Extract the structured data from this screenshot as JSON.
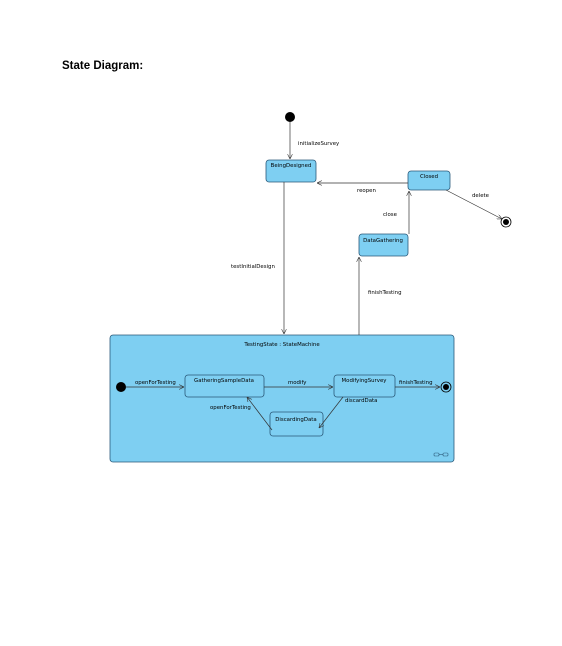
{
  "page": {
    "title": "State Diagram:"
  },
  "colors": {
    "state_fill": "#7ecff2",
    "state_stroke": "#2b5a7a",
    "line": "#333333"
  },
  "states": {
    "being_designed": "BeingDesigned",
    "closed": "Closed",
    "data_gathering": "DataGathering",
    "testing_state": "TestingState : StateMachine",
    "gathering_sample_data": "GatheringSampleData",
    "modifying_survey": "ModifyingSurvey",
    "discarding_data": "DiscardingData"
  },
  "transitions": {
    "initialize_survey": "initializeSurvey",
    "reopen": "reopen",
    "close": "close",
    "delete": "delete",
    "test_initial_design": "testInitialDesign",
    "finish_testing_outer": "finishTesting",
    "open_for_testing_entry": "openForTesting",
    "modify": "modify",
    "finish_testing_inner": "finishTesting",
    "open_for_testing_back": "openForTesting",
    "discard_data": "discardData"
  }
}
